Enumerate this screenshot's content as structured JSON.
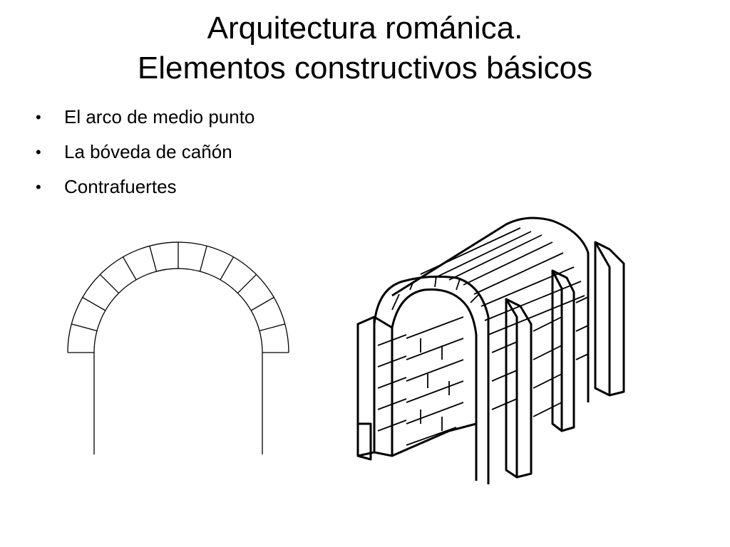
{
  "slide": {
    "title_line1": "Arquitectura románica.",
    "title_line2": "Elementos constructivos básicos"
  },
  "bullets": [
    "El arco de medio punto",
    "La bóveda de cañón",
    "Contrafuertes"
  ],
  "figures": {
    "arch_icon": "semicircular-arch-icon",
    "vault_icon": "barrel-vault-with-buttresses-icon"
  },
  "colors": {
    "ink": "#000000",
    "background": "#ffffff"
  }
}
